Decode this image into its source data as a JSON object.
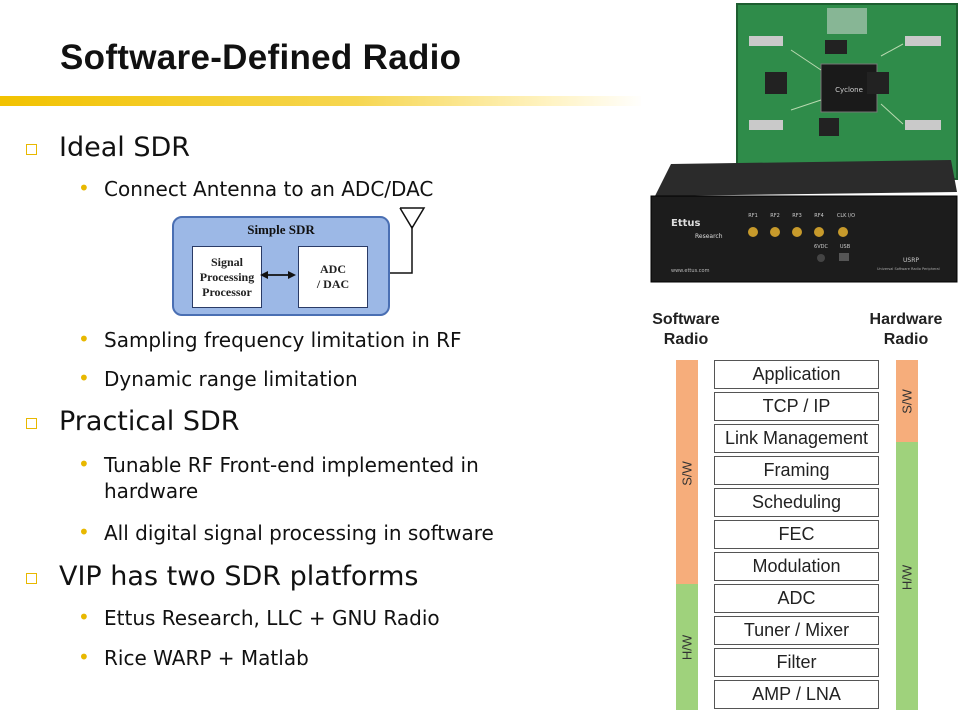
{
  "slide": {
    "title": "Software-Defined Radio",
    "accent_color": "#f2c200"
  },
  "bullets": [
    {
      "heading": "Ideal SDR",
      "items": [
        "Connect Antenna to an ADC/DAC",
        "Sampling frequency limitation in RF",
        "Dynamic range limitation"
      ]
    },
    {
      "heading": "Practical SDR",
      "items": [
        "Tunable RF Front-end implemented in hardware",
        "All digital signal processing in software"
      ]
    },
    {
      "heading": "VIP has two SDR platforms",
      "items": [
        "Ettus Research, LLC + GNU Radio",
        "Rice WARP + Matlab"
      ]
    }
  ],
  "simple_sdr": {
    "title": "Simple SDR",
    "processor": "Signal\nProcessing\nProcessor",
    "converter": "ADC\n/ DAC"
  },
  "photo": {
    "brand": "Ettus",
    "brand_sub": "Research",
    "website": "www.ettus.com",
    "model": "USRP",
    "model_sub": "Universal Software Radio Peripheral",
    "ports": [
      "RF1",
      "RF2",
      "RF3",
      "RF4",
      "CLK I/O"
    ],
    "power": "6VDC",
    "usb": "USB",
    "chip": "Cyclone"
  },
  "layers": {
    "left_header": "Software\nRadio",
    "right_header": "Hardware\nRadio",
    "items": [
      "Application",
      "TCP / IP",
      "Link Management",
      "Framing",
      "Scheduling",
      "FEC",
      "Modulation",
      "ADC",
      "Tuner / Mixer",
      "Filter",
      "AMP / LNA"
    ],
    "software_label": "S/W",
    "hardware_label": "H/W",
    "sw_color": "#f6ad7b",
    "hw_color": "#9fd27c"
  }
}
